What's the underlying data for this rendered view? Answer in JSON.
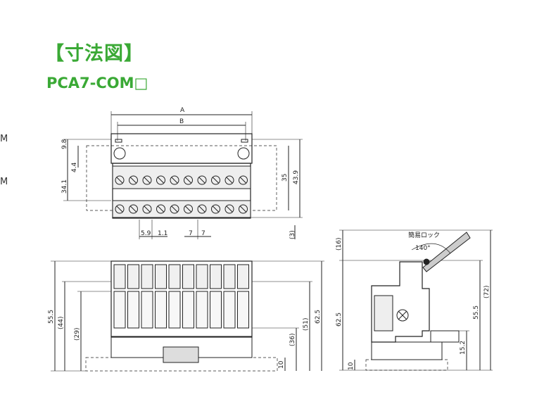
{
  "heading": {
    "title": "【寸法図】",
    "model": "PCA7-COM□"
  },
  "side_fragments": [
    "M",
    "M"
  ],
  "top_view": {
    "dims": {
      "A": "A",
      "B": "B",
      "d9_8": "9.8",
      "d4_4": "4.4",
      "d34_1": "34.1",
      "d35": "35",
      "d43_9": "43.9",
      "d5_9": "5.9",
      "d1_1": "1.1",
      "d7a": "7",
      "d7b": "7",
      "d3": "(3)"
    }
  },
  "front_view": {
    "dims": {
      "d55_5": "55.5",
      "d44": "(44)",
      "d29": "(29)",
      "d51": "(51)",
      "d62_5": "62.5",
      "d36": "(36)",
      "d10": "10"
    }
  },
  "side_view": {
    "lock_label": "簡易ロック",
    "lock_angle": "140°",
    "dims": {
      "d16": "(16)",
      "d62_5": "62.5",
      "d55_5": "55.5",
      "d72": "(72)",
      "d15_2": "15.2",
      "d10": "10"
    }
  }
}
